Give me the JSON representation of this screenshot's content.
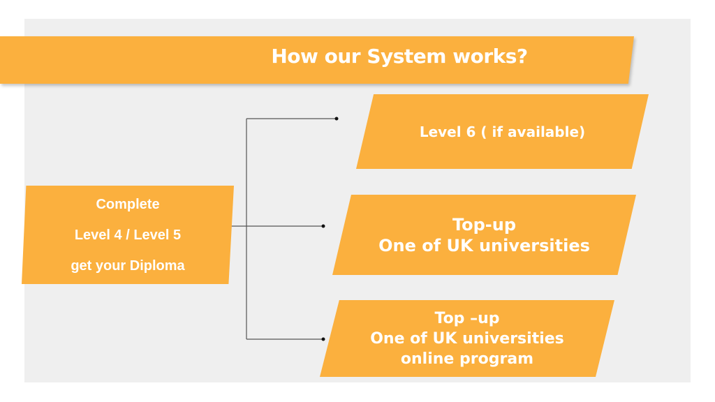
{
  "title": "How our System works?",
  "colors": {
    "accent": "#fbb03e",
    "panel": "#efefef",
    "text": "#ffffff",
    "connector": "#444444"
  },
  "source": {
    "lines": [
      "Complete",
      "Level 4 / Level 5",
      "get your Diploma"
    ]
  },
  "outcomes": [
    {
      "lines": [
        "Level 6 ( if available)"
      ]
    },
    {
      "lines": [
        "Top-up",
        "One of UK universities"
      ]
    },
    {
      "lines": [
        "Top –up",
        "One of UK universities",
        "online program"
      ]
    }
  ]
}
